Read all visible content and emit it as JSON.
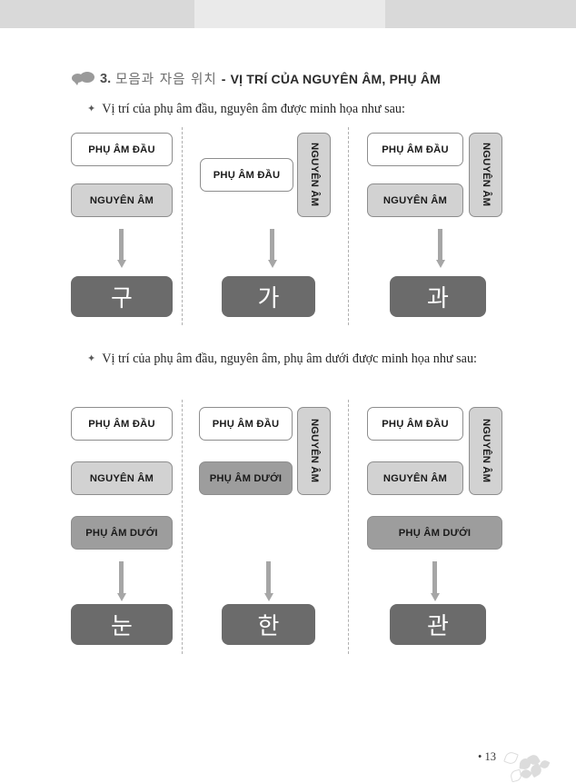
{
  "banner": {
    "segments": [
      "",
      "",
      ""
    ]
  },
  "heading": {
    "icon": "speech-bubble-icon",
    "number": "3.",
    "korean": "모음과 자음 위치",
    "separator": "-",
    "vietnamese": "VỊ TRÍ CỦA NGUYÊN ÂM, PHỤ ÂM"
  },
  "bullets": {
    "first": "Vị trí của phụ âm đầu, nguyên âm được minh họa như sau:",
    "second": "Vị trí của phụ âm đầu, nguyên âm, phụ âm dưới được minh họa như sau:"
  },
  "labels": {
    "initial_consonant": "PHỤ ÂM ĐẦU",
    "vowel": "NGUYÊN ÂM",
    "final_consonant": "PHỤ ÂM DƯỚI"
  },
  "section_1": {
    "columns": [
      {
        "id": "col-1",
        "boxes": [
          "PHỤ ÂM ĐẦU",
          "NGUYÊN ÂM"
        ],
        "result": "구"
      },
      {
        "id": "col-2",
        "boxes": [
          "PHỤ ÂM ĐẦU",
          "NGUYÊN ÂM"
        ],
        "result": "가"
      },
      {
        "id": "col-3",
        "boxes": [
          "PHỤ ÂM ĐẦU",
          "NGUYÊN ÂM",
          "NGUYÊN ÂM"
        ],
        "result": "과"
      }
    ]
  },
  "section_2": {
    "columns": [
      {
        "id": "col-1",
        "boxes": [
          "PHỤ ÂM ĐẦU",
          "NGUYÊN ÂM",
          "PHỤ ÂM DƯỚI"
        ],
        "result": "눈"
      },
      {
        "id": "col-2",
        "boxes": [
          "PHỤ ÂM ĐẦU",
          "PHỤ ÂM DƯỚI",
          "NGUYÊN ÂM"
        ],
        "result": "한"
      },
      {
        "id": "col-3",
        "boxes": [
          "PHỤ ÂM ĐẦU",
          "NGUYÊN ÂM",
          "NGUYÊN ÂM",
          "PHỤ ÂM DƯỚI"
        ],
        "result": "관"
      }
    ]
  },
  "footer": {
    "page_number": "• 13",
    "decoration": "flower-decoration"
  },
  "colors": {
    "box_white": "#ffffff",
    "box_light": "#d2d2d2",
    "box_mid": "#9d9d9d",
    "box_dark": "#6b6b6b",
    "arrow": "#a6a6a6",
    "divider": "#b0b0b0",
    "banner_dark": "#d9d9d9",
    "banner_light": "#eaeaea"
  }
}
